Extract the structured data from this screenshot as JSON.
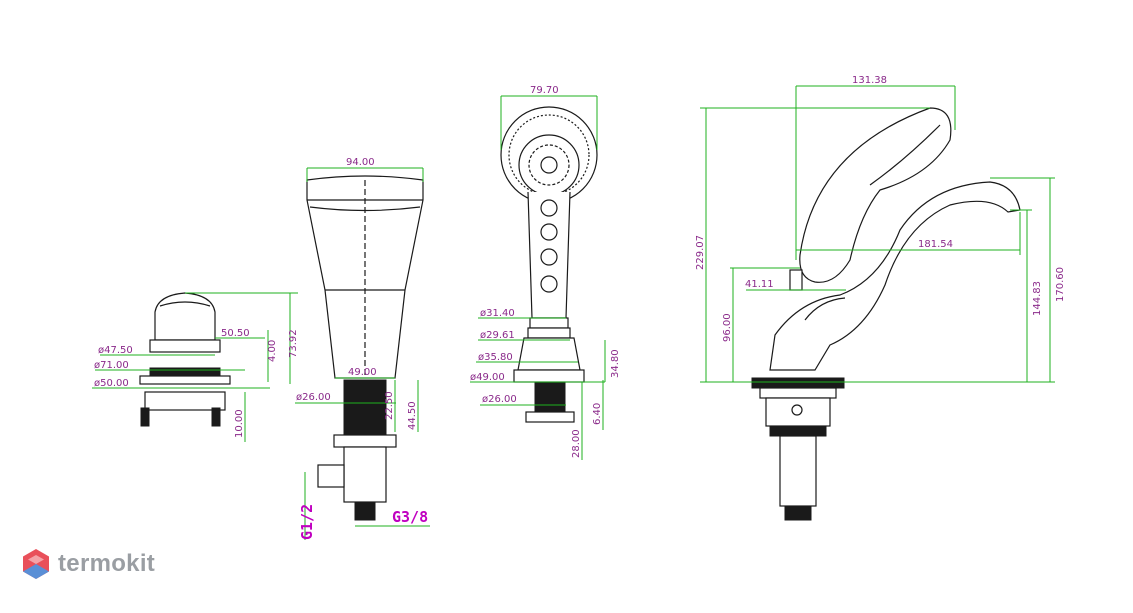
{
  "brand": {
    "name": "termokit",
    "colors": {
      "logo_red": "#e9505a",
      "logo_blue": "#5a8fd6",
      "logo_text": "#9a9ea3"
    }
  },
  "colors": {
    "dimension_line": "#1fb21f",
    "dimension_text": "#8a2a8a",
    "thread_label": "#c000c0",
    "outline": "#1a1a1a"
  },
  "views": {
    "valve_handle": {
      "dims": {
        "w_top": "50.50",
        "d1": "ø47.50",
        "d2": "ø71.00",
        "d3": "ø50.00",
        "h_small": "4.00",
        "h_total": "73.92",
        "h_shank": "10.00"
      }
    },
    "diverter_column": {
      "dims": {
        "w_top": "94.00",
        "w_base": "49.00",
        "d_shank": "ø26.00",
        "h1": "22.50",
        "h2": "44.50"
      },
      "threads": {
        "g1": "G1/2",
        "g2": "G3/8"
      }
    },
    "hand_shower": {
      "dims": {
        "w_head": "79.70",
        "d1": "ø31.40",
        "d2": "ø29.61",
        "d3": "ø35.80",
        "d4": "ø49.00",
        "d5": "ø26.00",
        "h1": "34.80",
        "h2": "6.40",
        "h3": "28.00"
      }
    },
    "spout": {
      "dims": {
        "w_top": "131.38",
        "w_reach": "181.54",
        "w_small": "41.11",
        "h_total": "229.07",
        "h_outlet": "170.60",
        "h_mid": "144.83",
        "h_base": "96.00"
      }
    }
  }
}
